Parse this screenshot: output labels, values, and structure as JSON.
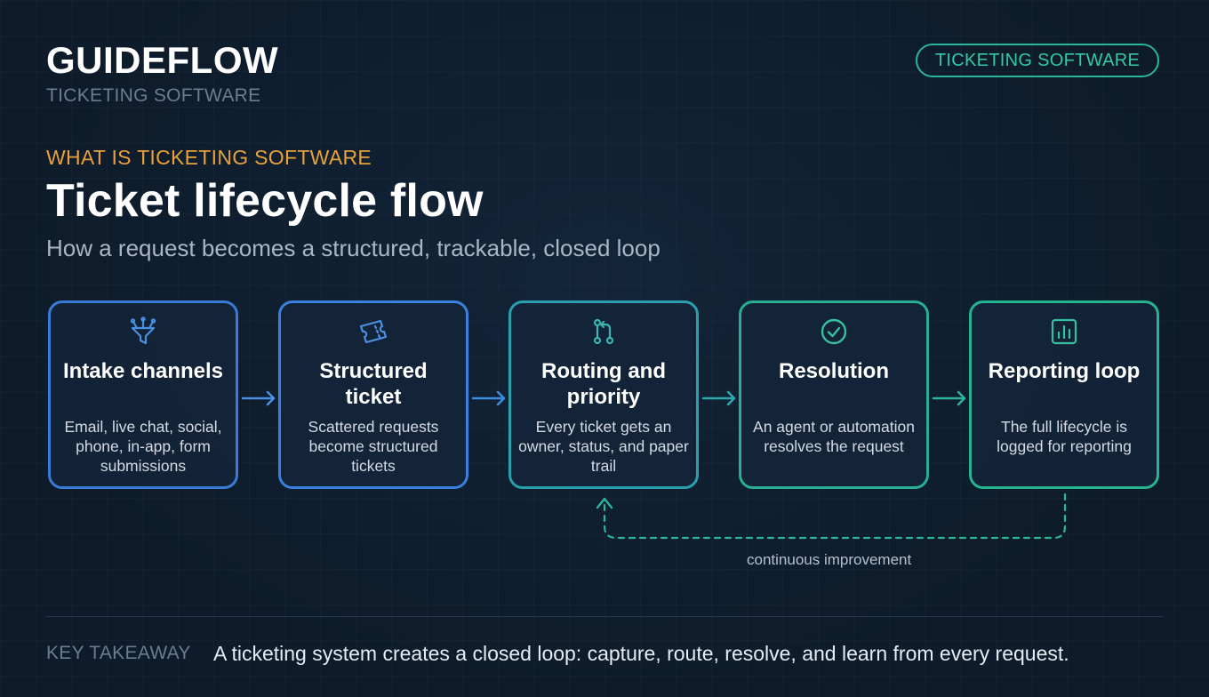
{
  "header": {
    "brand": "GUIDEFLOW",
    "brand_subtitle": "TICKETING SOFTWARE",
    "badge": "TICKETING SOFTWARE"
  },
  "intro": {
    "eyebrow": "WHAT IS TICKETING SOFTWARE",
    "headline": "Ticket lifecycle flow",
    "subheadline": "How a request becomes a structured, trackable, closed loop"
  },
  "steps": [
    {
      "title": "Intake channels",
      "description": "Email, live chat, social, phone, in-app, form submissions",
      "icon": "funnel-icon",
      "color": "#3a7bd5"
    },
    {
      "title": "Structured ticket",
      "description": "Scattered requests become structured tickets",
      "icon": "ticket-icon",
      "color": "#3a80dc"
    },
    {
      "title": "Routing and priority",
      "description": "Every ticket gets an owner, status, and paper trail",
      "icon": "git-branch-icon",
      "color": "#2a9fae"
    },
    {
      "title": "Resolution",
      "description": "An agent or automation resolves the request",
      "icon": "check-circle-icon",
      "color": "#27ae93"
    },
    {
      "title": "Reporting loop",
      "description": "The full lifecycle is logged for reporting",
      "icon": "bar-chart-icon",
      "color": "#27b391"
    }
  ],
  "loop": {
    "label": "continuous improvement",
    "color": "#2bb59a"
  },
  "takeaway": {
    "label": "KEY TAKEAWAY",
    "text": "A ticketing system creates a closed loop: capture, route, resolve, and learn from every request."
  },
  "colors": {
    "background": "#0d1b2a",
    "accent_orange": "#e9a23b",
    "accent_teal": "#2bb59a",
    "accent_blue": "#3a7bd5"
  }
}
